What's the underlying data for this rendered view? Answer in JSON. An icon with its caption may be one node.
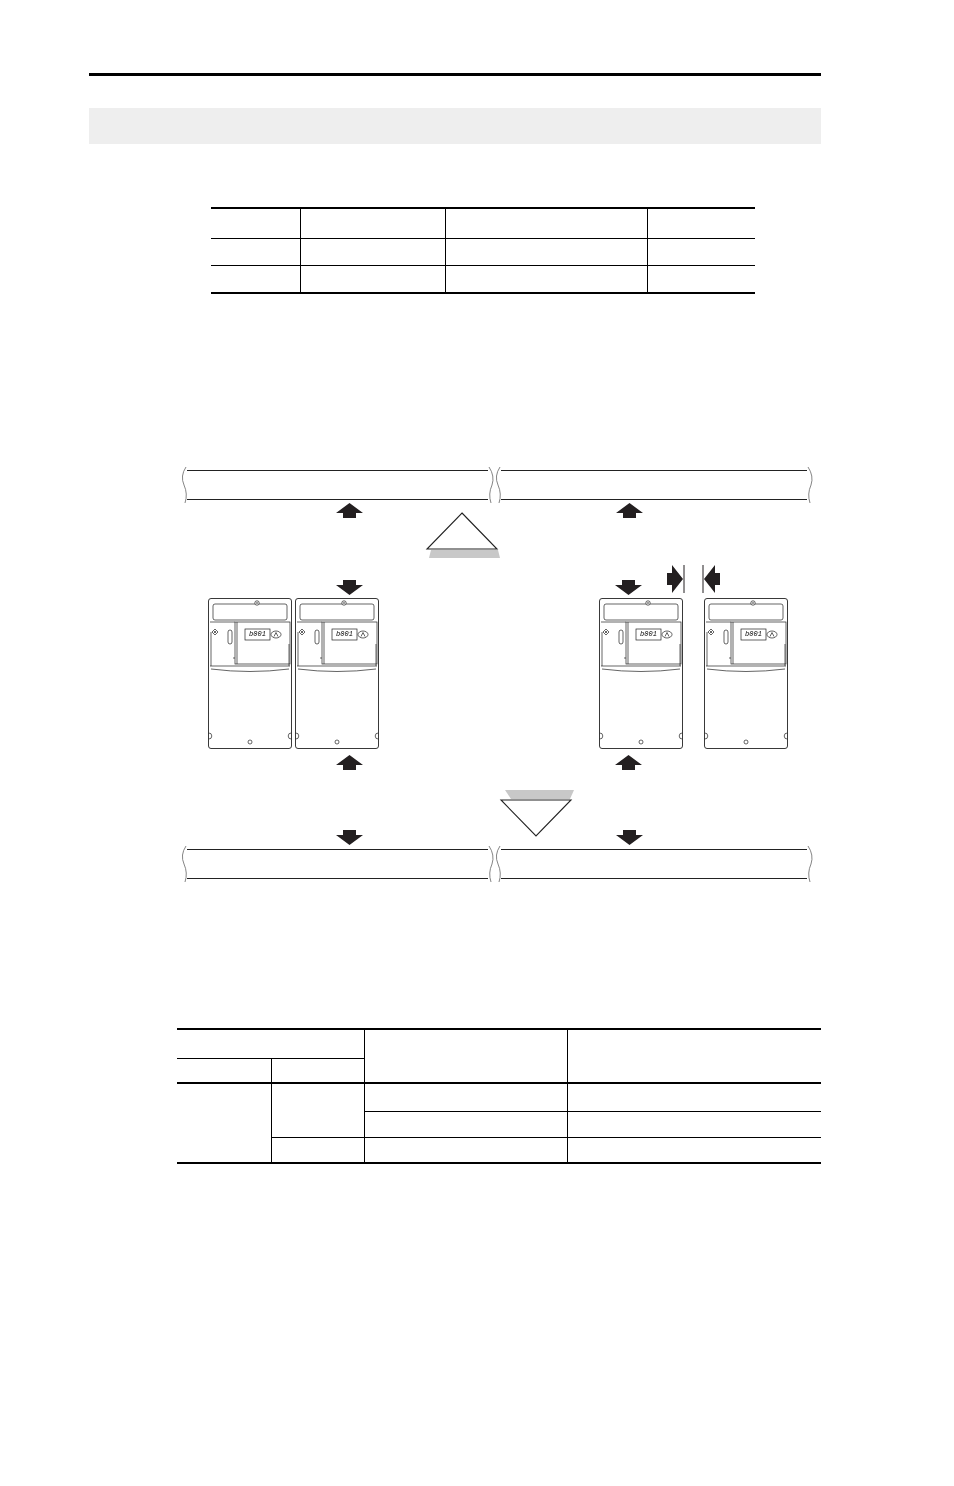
{
  "diagram": {
    "nodes": [
      {
        "text": [],
        "shape": "bar"
      },
      {
        "text": [],
        "shape": "band"
      },
      {
        "text": [],
        "shape": "band"
      },
      {
        "text": [],
        "shape": "triangle"
      },
      {
        "text": [],
        "shape": "picture"
      },
      {
        "text": [],
        "shape": "picture"
      },
      {
        "text": [],
        "shape": "picture"
      },
      {
        "text": [],
        "shape": "picture"
      },
      {
        "text": [],
        "shape": "triangle"
      },
      {
        "text": [],
        "shape": "band"
      },
      {
        "text": [],
        "shape": "band"
      }
    ],
    "labels": [
      "b001",
      "b001",
      "b001",
      "b001"
    ]
  }
}
